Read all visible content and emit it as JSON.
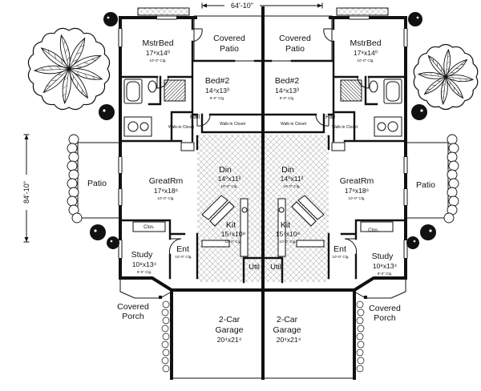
{
  "plan": {
    "width_dimension": "64'-10\"",
    "depth_dimension": "84'-10\""
  },
  "left_unit": {
    "master_bed": {
      "name": "MstrBed",
      "size": "17⁸x14⁰",
      "ceiling": "10'-0\" Clg."
    },
    "covered_patio": {
      "line1": "Covered",
      "line2": "Patio"
    },
    "bed2": {
      "name": "Bed#2",
      "size": "14⁴x13³",
      "ceiling": "9'-0\" Clg."
    },
    "bath_closet": "Walk-in Closet",
    "bed2_closet": "Walk-in Closet",
    "hall": "Hall",
    "great_room": {
      "name": "GreatRm",
      "size": "17⁸x18⁶",
      "ceiling": "10'-0\" Clg."
    },
    "patio": "Patio",
    "dining": {
      "name": "Din",
      "size": "14⁰x11²",
      "ceiling": "10'-0\" Clg."
    },
    "kitchen": {
      "name": "Kit",
      "size": "15⁴x10⁸",
      "ceiling": "10'-0\" Clg."
    },
    "study": {
      "name": "Study",
      "size": "10⁸x13⁴",
      "ceiling": "9'-0\" Clg."
    },
    "study_closet": "Clos.",
    "entry": {
      "name": "Ent",
      "ceiling": "10'-0\" Clg."
    },
    "utility": "Util",
    "covered_porch": {
      "line1": "Covered",
      "line2": "Porch"
    },
    "garage": {
      "line1": "2-Car",
      "line2": "Garage",
      "size": "20⁴x21⁴"
    }
  },
  "right_unit": {
    "master_bed": {
      "name": "MstrBed",
      "size": "17⁸x14⁰",
      "ceiling": "10'-0\" Clg."
    },
    "covered_patio": {
      "line1": "Covered",
      "line2": "Patio"
    },
    "bed2": {
      "name": "Bed#2",
      "size": "14⁴x13³",
      "ceiling": "9'-0\" Clg."
    },
    "bath_closet": "Walk-in Closet",
    "bed2_closet": "Walk-in Closet",
    "hall": "Hall",
    "great_room": {
      "name": "GreatRm",
      "size": "17⁸x18⁶",
      "ceiling": "10'-0\" Clg."
    },
    "patio": "Patio",
    "dining": {
      "name": "Din",
      "size": "14⁰x11²",
      "ceiling": "10'-0\" Clg."
    },
    "kitchen": {
      "name": "Kit",
      "size": "15⁴x10⁸",
      "ceiling": "10'-0\" Clg."
    },
    "study": {
      "name": "Study",
      "size": "10⁸x13⁴",
      "ceiling": "9'-0\" Clg."
    },
    "study_closet": "Clos.",
    "entry": {
      "name": "Ent",
      "ceiling": "10'-0\" Clg."
    },
    "utility": "Util",
    "covered_porch": {
      "line1": "Covered",
      "line2": "Porch"
    },
    "garage": {
      "line1": "2-Car",
      "line2": "Garage",
      "size": "20⁴x21⁴"
    }
  },
  "colors": {
    "ink": "#111111",
    "paper": "#ffffff",
    "hatch": "#8a8a8a"
  },
  "icons": [
    "tree-icon",
    "shrub-icon"
  ]
}
